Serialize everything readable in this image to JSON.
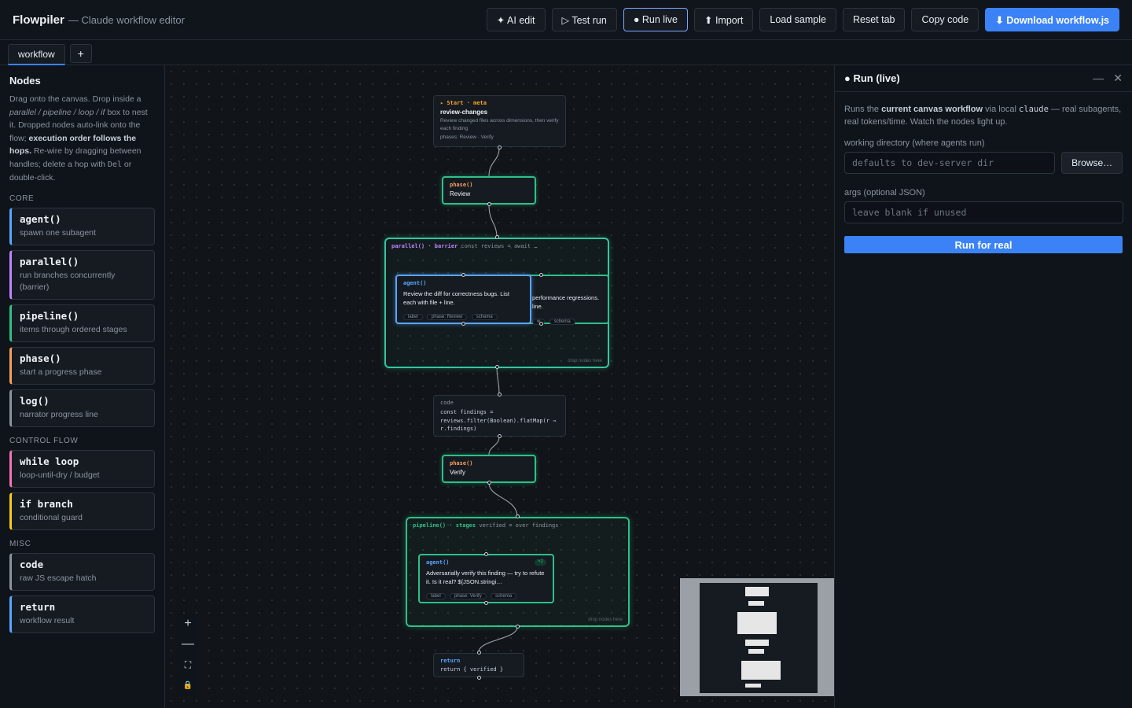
{
  "header": {
    "brand": "Flowpiler",
    "subtitle": "— Claude workflow editor",
    "buttons": {
      "ai_edit": "✦ AI edit",
      "test_run": "▷ Test run",
      "run_live": "● Run live",
      "import": "⬆ Import",
      "load_sample": "Load sample",
      "reset_tab": "Reset tab",
      "copy_code": "Copy code",
      "download": "⬇ Download workflow.js"
    }
  },
  "tabs": {
    "active": "workflow",
    "add": "+"
  },
  "sidebar": {
    "title": "Nodes",
    "help": {
      "p1": "Drag onto the canvas. Drop inside a",
      "containers": "parallel / pipeline / loop / if",
      "p2": "box to nest it. Dropped nodes auto-link onto the flow;",
      "bold": "execution order follows the hops.",
      "p3": "Re-wire by dragging between handles; delete a hop with",
      "key": "Del",
      "p4": "or double-click."
    },
    "sections": {
      "core": "CORE",
      "control": "CONTROL FLOW",
      "misc": "MISC"
    },
    "core_items": [
      {
        "name": "agent()",
        "desc": "spawn one subagent",
        "color": "#58a6ff"
      },
      {
        "name": "parallel()",
        "desc": "run branches concurrently (barrier)",
        "color": "#c084fc"
      },
      {
        "name": "pipeline()",
        "desc": "items through ordered stages",
        "color": "#2fbf88"
      },
      {
        "name": "phase()",
        "desc": "start a progress phase",
        "color": "#f59e5b"
      },
      {
        "name": "log()",
        "desc": "narrator progress line",
        "color": "#8b949e"
      }
    ],
    "control_items": [
      {
        "name": "while loop",
        "desc": "loop-until-dry / budget",
        "color": "#f472b6"
      },
      {
        "name": "if branch",
        "desc": "conditional guard",
        "color": "#facc15"
      }
    ],
    "misc_items": [
      {
        "name": "code",
        "desc": "raw JS escape hatch",
        "color": "#8b949e"
      },
      {
        "name": "return",
        "desc": "workflow result",
        "color": "#58a6ff"
      }
    ]
  },
  "canvas": {
    "start": {
      "kw": "▸ Start · meta",
      "title": "review-changes",
      "desc": "Review changed files across dimensions, then verify each finding",
      "phases": "phases: Review · Verify"
    },
    "phase1": {
      "kw": "phase()",
      "title": "Review"
    },
    "parallel": {
      "kw": "parallel()",
      "kind": "· barrier",
      "code": "const reviews = await …",
      "drop": "drop nodes here",
      "agent_a": {
        "kw": "agent()",
        "text": "Review the diff for correctness bugs. List each with file + line.",
        "pills": [
          "label",
          "phase: Review",
          "schema"
        ]
      },
      "agent_b": {
        "text": "performance regressions. line.",
        "pills": [
          "w",
          "schema"
        ]
      }
    },
    "code_node": {
      "kw": "code",
      "code": "const findings = reviews.filter(Boolean).flatMap(r ⇒ r.findings)"
    },
    "phase2": {
      "kw": "phase()",
      "title": "Verify"
    },
    "pipeline": {
      "kw": "pipeline()",
      "kind": "· stages",
      "code": "verified = over findings",
      "drop": "drop nodes here",
      "agent": {
        "kw": "agent()",
        "badge": "×2",
        "text": "Adversarially verify this finding — try to refute it. Is it real? ${JSON.stringi…",
        "pills": [
          "label",
          "phase: Verify",
          "schema"
        ]
      }
    },
    "return_node": {
      "kw": "return",
      "code": "return { verified }"
    },
    "zoom": {
      "in": "+",
      "out": "—",
      "fit": "⛶",
      "lock": "🔒"
    }
  },
  "run_panel": {
    "title": "● Run (live)",
    "desc": {
      "p1": "Runs the",
      "bold": "current canvas workflow",
      "p2": "via local",
      "code": "claude",
      "p3": "— real subagents, real tokens/time. Watch the nodes light up."
    },
    "workdir_label": "working directory (where agents run)",
    "workdir_placeholder": "defaults to dev-server dir",
    "browse": "Browse…",
    "args_label": "args (optional JSON)",
    "args_placeholder": "leave blank if unused",
    "run_button": "Run for real"
  }
}
